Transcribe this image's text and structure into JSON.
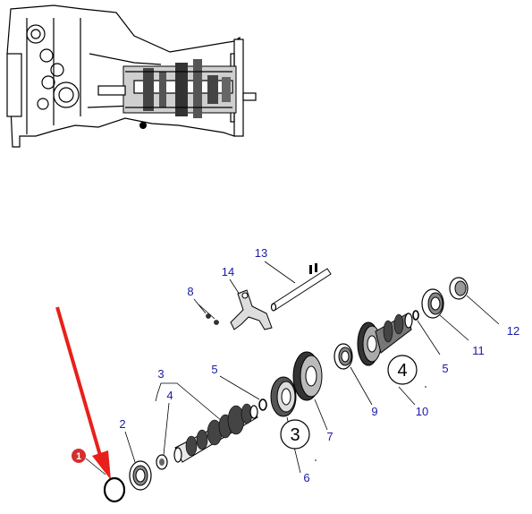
{
  "callouts": {
    "c1": "1",
    "c2": "2",
    "c3": "3",
    "c4a": "4",
    "c5a": "5",
    "c6": "6",
    "c7": "7",
    "c8": "8",
    "c9": "9",
    "c10": "10",
    "c11": "11",
    "c12": "12",
    "c13": "13",
    "c14": "14",
    "c5b": "5"
  },
  "circled": {
    "g3": "3",
    "g4": "4"
  },
  "colors": {
    "callout": "#1a1aa6",
    "arrow": "#e8201b",
    "badge": "#d32f2f",
    "line": "#000000"
  },
  "icons": [
    "red-arrow-icon",
    "numbered-badge-icon"
  ]
}
